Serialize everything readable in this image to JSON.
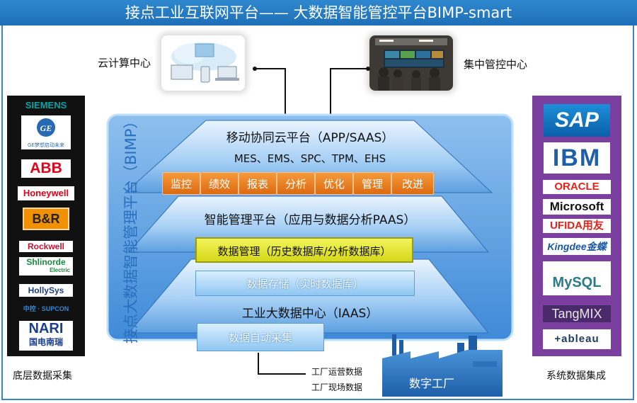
{
  "title": "接点工业互联网平台—— 大数据智能管控平台BIMP-smart",
  "cloud_label": "云计算中心",
  "control_label": "集中管控中心",
  "vertical_label": "接点大数据智能管理平台（BIMP）",
  "layers": {
    "top": "移动协同云平台（APP/SAAS）",
    "top_sub": "MES、EMS、SPC、TPM、EHS",
    "modules": [
      "监控",
      "绩效",
      "报表",
      "分析",
      "优化",
      "管理",
      "改进"
    ],
    "middle": "智能管理平台（应用与数据分析PAAS）",
    "data_mgmt": "数据管理（历史数据库/分析数据库）",
    "data_storage": "数据存储（实时数据库）",
    "bottom": "工业大数据中心（IAAS）",
    "collect": "数据自动采集"
  },
  "factory_data": [
    "工厂运营数据",
    "工厂现场数据"
  ],
  "factory_label": "数字工厂",
  "left_caption": "底层数据采集",
  "right_caption": "系统数据集成",
  "left_logos": {
    "siemens": "SIEMENS",
    "ge": "GE",
    "ge_sub": "GE梦想启动未来",
    "abb": "ABB",
    "honeywell": "Honeywell",
    "br": "B&R",
    "rockwell": "Rockwell",
    "shinorde": "Shlinorde",
    "shinorde_sub": "Electric",
    "hollysys": "HollySys",
    "supcon": "中控 · SUPCON",
    "nari": "NARI",
    "nari_sub": "国电南瑞"
  },
  "right_logos": {
    "sap": "SAP",
    "ibm": "IBM",
    "oracle": "ORACLE",
    "microsoft": "Microsoft",
    "ufida": "UFIDA用友",
    "kingdee": "Kingdee金蝶",
    "mysql": "MySQL",
    "tangmix": "TangMIX",
    "tableau": "+ableau"
  },
  "colors": {
    "title_bg": "#1d6fb6",
    "platform_blue": "#3a86d8",
    "orange": "#e8791f",
    "yellow": "#e6e82a",
    "purple": "#7b3fa0"
  }
}
